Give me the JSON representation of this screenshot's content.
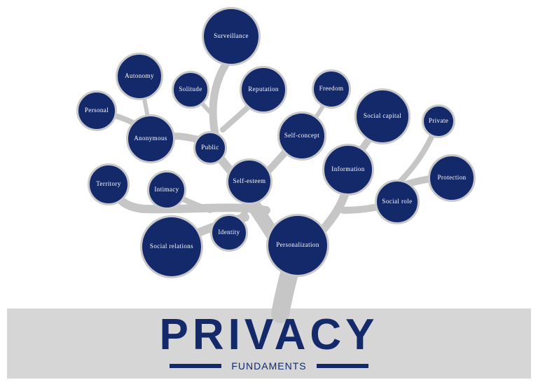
{
  "colors": {
    "node_fill": "#13296a",
    "node_border": "#c9c9c9",
    "trunk": "#c6c6c6",
    "banner": "#d6d6d6",
    "title": "#13296a",
    "subtitle": "#13296a"
  },
  "title": "PRIVACY",
  "subtitle": "FUNDAMENTS",
  "nodes": [
    {
      "id": "surveillance",
      "label": "Surveillance"
    },
    {
      "id": "autonomy",
      "label": "Autonomy"
    },
    {
      "id": "solitude",
      "label": "Solitude"
    },
    {
      "id": "reputation",
      "label": "Reputation"
    },
    {
      "id": "freedom",
      "label": "Freedom"
    },
    {
      "id": "personal",
      "label": "Personal"
    },
    {
      "id": "anonymous",
      "label": "Anonymous"
    },
    {
      "id": "public",
      "label": "Public"
    },
    {
      "id": "self-concept",
      "label": "Self-concept"
    },
    {
      "id": "social-capital",
      "label": "Social capital"
    },
    {
      "id": "private",
      "label": "Private"
    },
    {
      "id": "territory",
      "label": "Territory"
    },
    {
      "id": "intimacy",
      "label": "Intimacy"
    },
    {
      "id": "self-esteem",
      "label": "Self-esteem"
    },
    {
      "id": "information",
      "label": "Information"
    },
    {
      "id": "protection",
      "label": "Protection"
    },
    {
      "id": "social-role",
      "label": "Social role"
    },
    {
      "id": "identity",
      "label": "Identity"
    },
    {
      "id": "social-relations",
      "label": "Social relations"
    },
    {
      "id": "personalization",
      "label": "Personalization"
    }
  ]
}
